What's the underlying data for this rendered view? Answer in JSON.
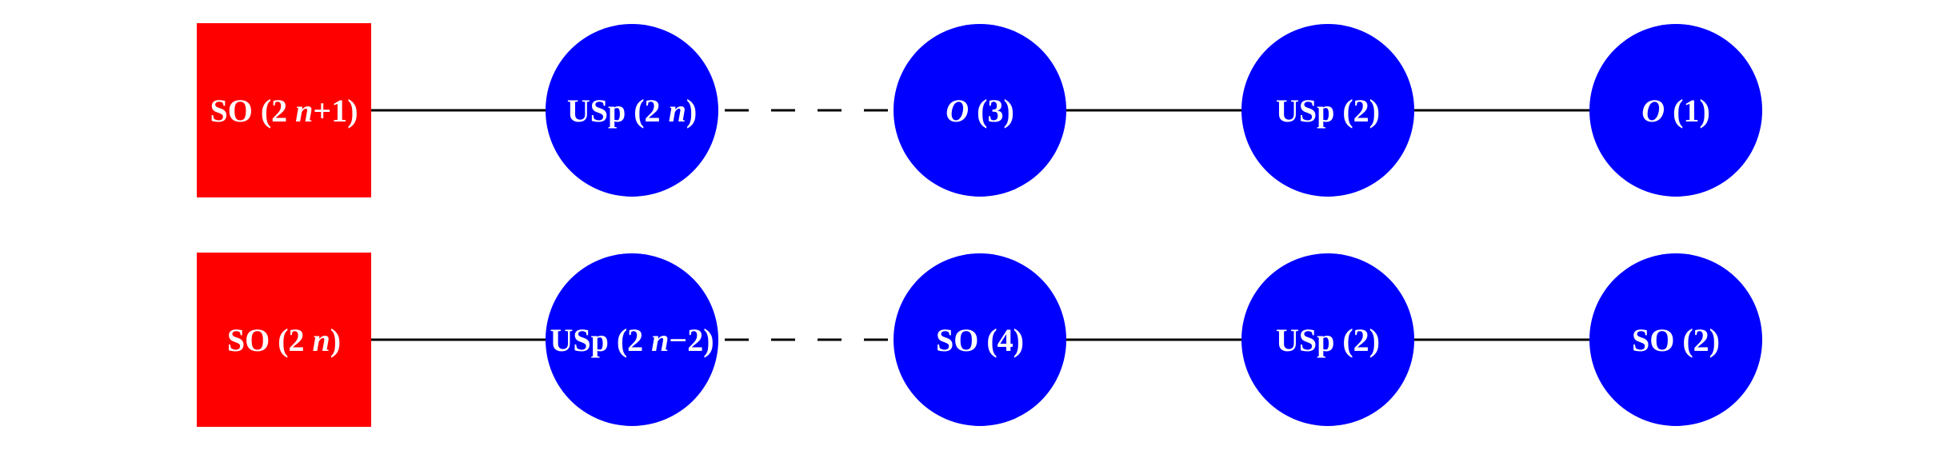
{
  "colors": {
    "flavor_node": "#ff0000",
    "gauge_node": "#0000ff",
    "label": "#ffffff",
    "edge": "#000000"
  },
  "quivers": [
    {
      "id": "top",
      "nodes": [
        {
          "kind": "flavor",
          "shape": "square",
          "parts": [
            {
              "t": "SO (2 "
            },
            {
              "t": "n",
              "i": true
            },
            {
              "t": "+1)"
            }
          ]
        },
        {
          "kind": "gauge",
          "shape": "circle",
          "parts": [
            {
              "t": "USp (2 "
            },
            {
              "t": "n",
              "i": true
            },
            {
              "t": ")"
            }
          ]
        },
        {
          "kind": "gauge",
          "shape": "circle",
          "parts": [
            {
              "t": "O",
              "i": true
            },
            {
              "t": " (3)"
            }
          ]
        },
        {
          "kind": "gauge",
          "shape": "circle",
          "parts": [
            {
              "t": "USp (2)"
            }
          ]
        },
        {
          "kind": "gauge",
          "shape": "circle",
          "parts": [
            {
              "t": "O",
              "i": true
            },
            {
              "t": " (1)"
            }
          ]
        }
      ],
      "edges": [
        "solid",
        "dashed",
        "solid",
        "solid"
      ]
    },
    {
      "id": "bottom",
      "nodes": [
        {
          "kind": "flavor",
          "shape": "square",
          "parts": [
            {
              "t": "SO (2 "
            },
            {
              "t": "n",
              "i": true
            },
            {
              "t": ")"
            }
          ]
        },
        {
          "kind": "gauge",
          "shape": "circle",
          "parts": [
            {
              "t": "USp (2 "
            },
            {
              "t": "n",
              "i": true
            },
            {
              "t": "−2)"
            }
          ]
        },
        {
          "kind": "gauge",
          "shape": "circle",
          "parts": [
            {
              "t": "SO (4)"
            }
          ]
        },
        {
          "kind": "gauge",
          "shape": "circle",
          "parts": [
            {
              "t": "USp (2)"
            }
          ]
        },
        {
          "kind": "gauge",
          "shape": "circle",
          "parts": [
            {
              "t": "SO (2)"
            }
          ]
        }
      ],
      "edges": [
        "solid",
        "dashed",
        "solid",
        "solid"
      ]
    }
  ]
}
